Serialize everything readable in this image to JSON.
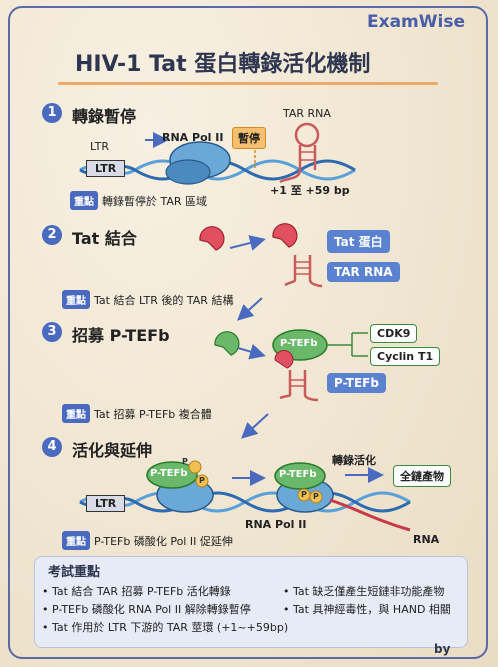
{
  "brand": "ExamWise",
  "title": "HIV-1 Tat 蛋白轉錄活化機制",
  "key_badge": "重點",
  "steps": [
    {
      "num": "1",
      "title": "轉錄暫停",
      "key": "轉錄暫停於 TAR 區域"
    },
    {
      "num": "2",
      "title": "Tat 結合",
      "key": "Tat 結合 LTR 後的 TAR 結構"
    },
    {
      "num": "3",
      "title": "招募 P-TEFb",
      "key": "Tat 招募 P-TEFb 複合體"
    },
    {
      "num": "4",
      "title": "活化與延伸",
      "key": "P-TEFb 磷酸化 Pol II 促延伸"
    }
  ],
  "step1": {
    "ltr_label": "LTR",
    "ltr_box": "LTR",
    "pol_label": "RNA Pol II",
    "pause": "暫停",
    "tar_label": "TAR RNA",
    "range": "+1 至 +59 bp"
  },
  "step2": {
    "tat_tag": "Tat 蛋白",
    "tar_tag": "TAR RNA"
  },
  "step3": {
    "complex": "P-TEFb",
    "cdk9": "CDK9",
    "cyclin": "Cyclin T1",
    "tag": "P-TEFb"
  },
  "step4": {
    "ptefb": "P-TEFb",
    "p": "P",
    "ltr_box": "LTR",
    "activation": "轉錄活化",
    "product": "全鏈產物",
    "pol_label": "RNA Pol II",
    "rna": "RNA"
  },
  "exam": {
    "title": "考試重點",
    "points": [
      "• Tat 結合 TAR 招募 P-TEFb 活化轉錄",
      "• P-TEFb 磷酸化 RNA Pol II 解除轉錄暫停",
      "• Tat 作用於 LTR 下游的 TAR 莖環 (+1~+59bp)",
      "• Tat 缺乏僅產生短鏈非功能產物",
      "• Tat 具神經毒性，與 HAND 相關"
    ]
  },
  "byline": "by"
}
